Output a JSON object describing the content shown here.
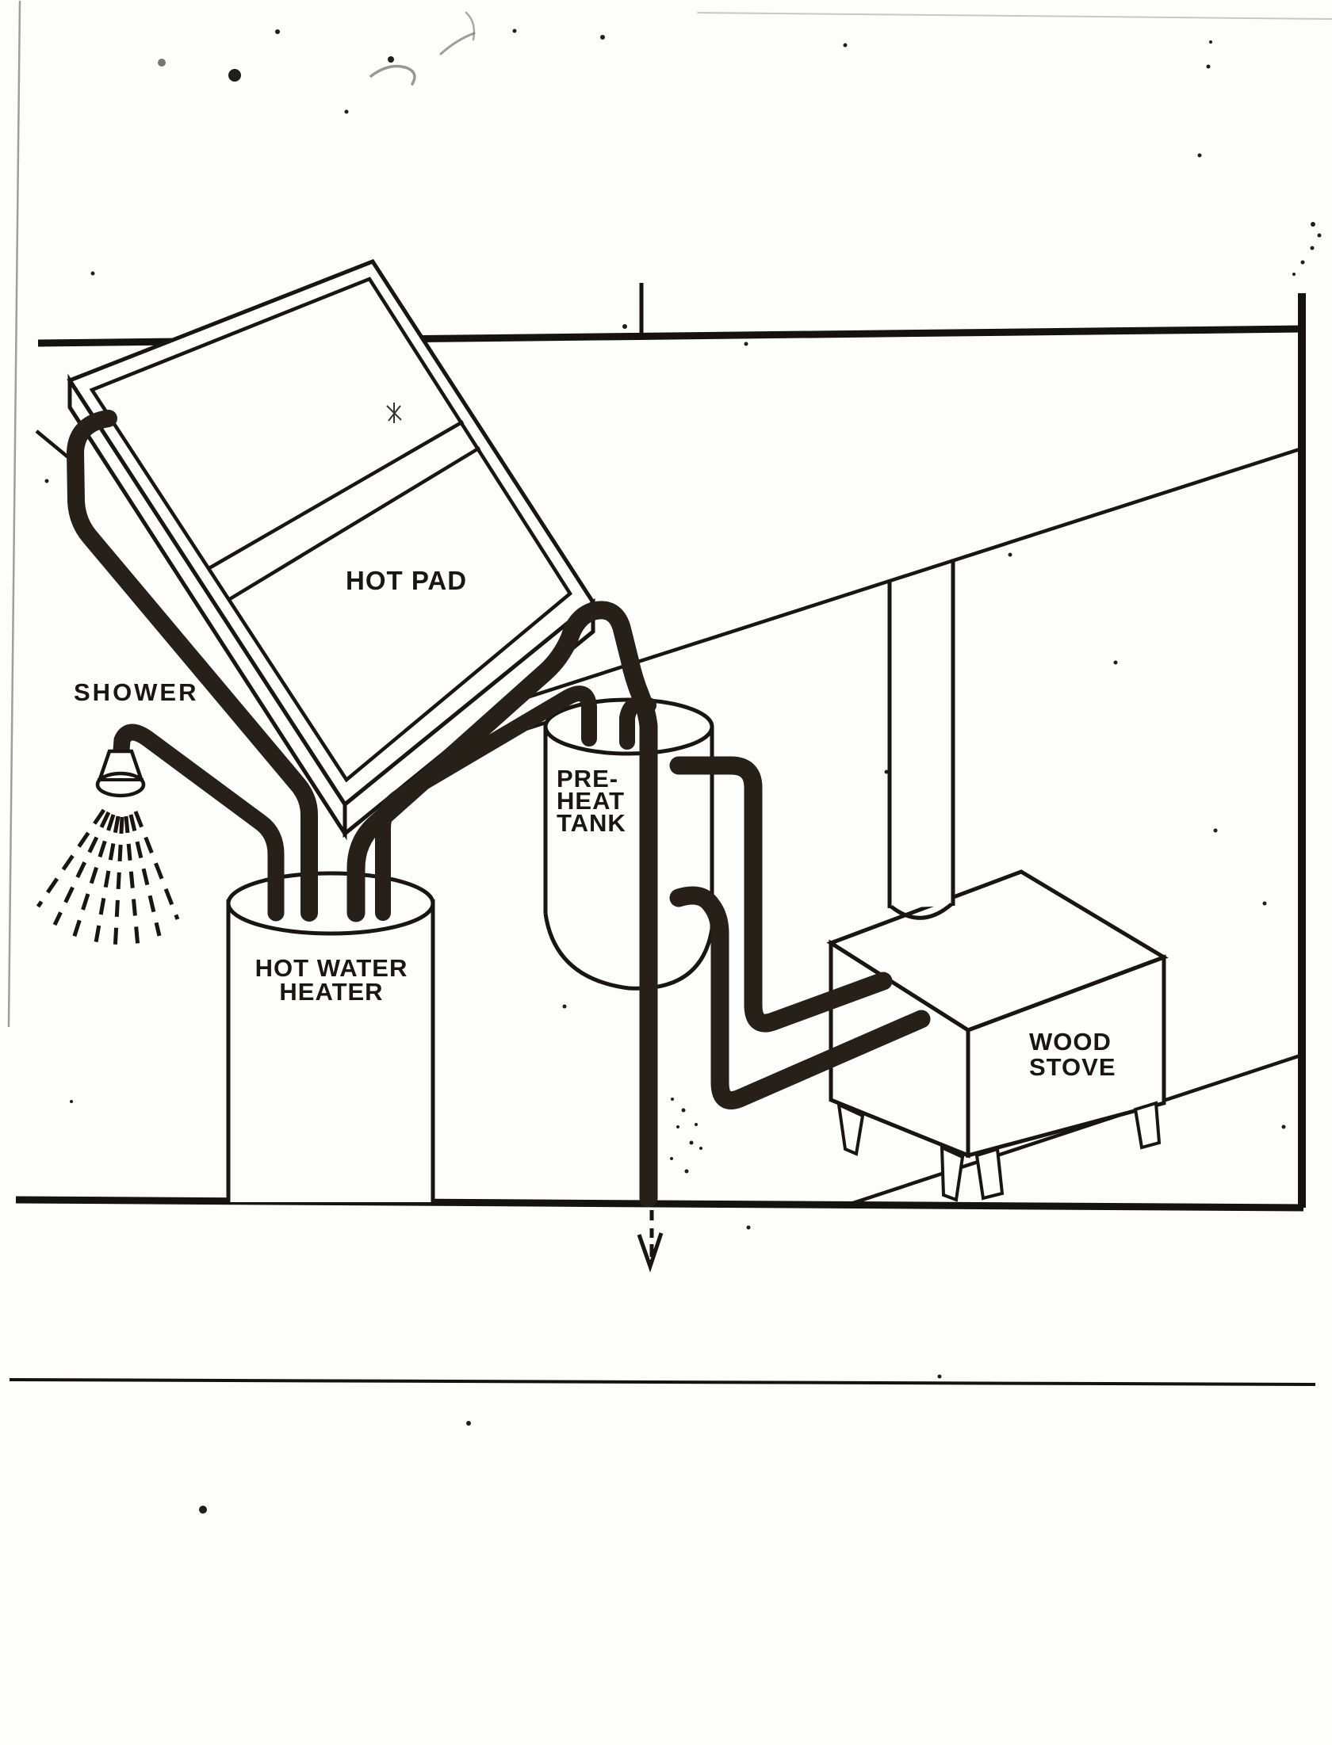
{
  "document": {
    "type": "scanned line-art diagram",
    "subject": "Solar hot pad water heating system with shower, pre-heat tank and wood stove",
    "paper_color": "#fdfdfb",
    "ink_color": "#1a1511",
    "pipe_color": "#272019"
  },
  "diagram": {
    "labels": {
      "hot_pad": "HOT PAD",
      "shower": "SHOWER",
      "preheat_line1": "PRE-",
      "preheat_line2": "HEAT",
      "preheat_line3": "TANK",
      "heater_line1": "HOT WATER",
      "heater_line2": "HEATER",
      "stove_line1": "WOOD",
      "stove_line2": "STOVE"
    },
    "components": [
      {
        "name": "hot-pad-collector",
        "label": "HOT PAD"
      },
      {
        "name": "shower",
        "label": "SHOWER"
      },
      {
        "name": "pre-heat-tank",
        "label": "PRE-HEAT TANK"
      },
      {
        "name": "hot-water-heater",
        "label": "HOT WATER HEATER"
      },
      {
        "name": "wood-stove",
        "label": "WOOD STOVE"
      }
    ],
    "flow_arrow": {
      "symbol": "↓",
      "meaning": "pipe continues down through floor"
    }
  }
}
